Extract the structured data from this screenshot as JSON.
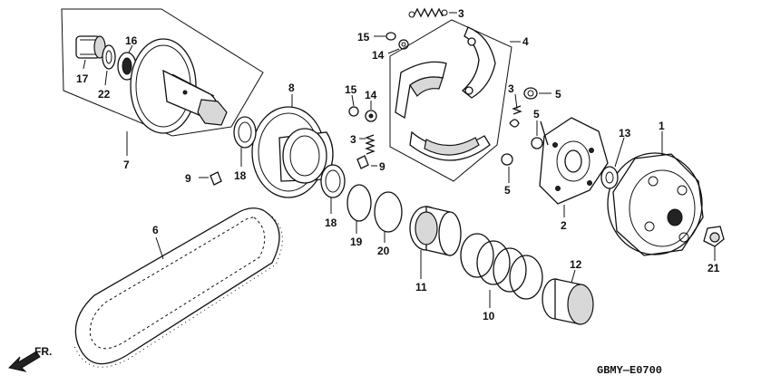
{
  "diagram_code": "GBMY—E0700",
  "front_marker": "FR.",
  "parts": {
    "p1": "1",
    "p2": "2",
    "p3a": "3",
    "p3b": "3",
    "p3c": "3",
    "p4": "4",
    "p5a": "5",
    "p5b": "5",
    "p5c": "5",
    "p6": "6",
    "p7": "7",
    "p8": "8",
    "p9a": "9",
    "p9b": "9",
    "p10": "10",
    "p11": "11",
    "p12": "12",
    "p13": "13",
    "p14a": "14",
    "p14b": "14",
    "p15a": "15",
    "p15b": "15",
    "p16": "16",
    "p17": "17",
    "p18a": "18",
    "p18b": "18",
    "p19": "19",
    "p20": "20",
    "p21": "21",
    "p22": "22"
  }
}
